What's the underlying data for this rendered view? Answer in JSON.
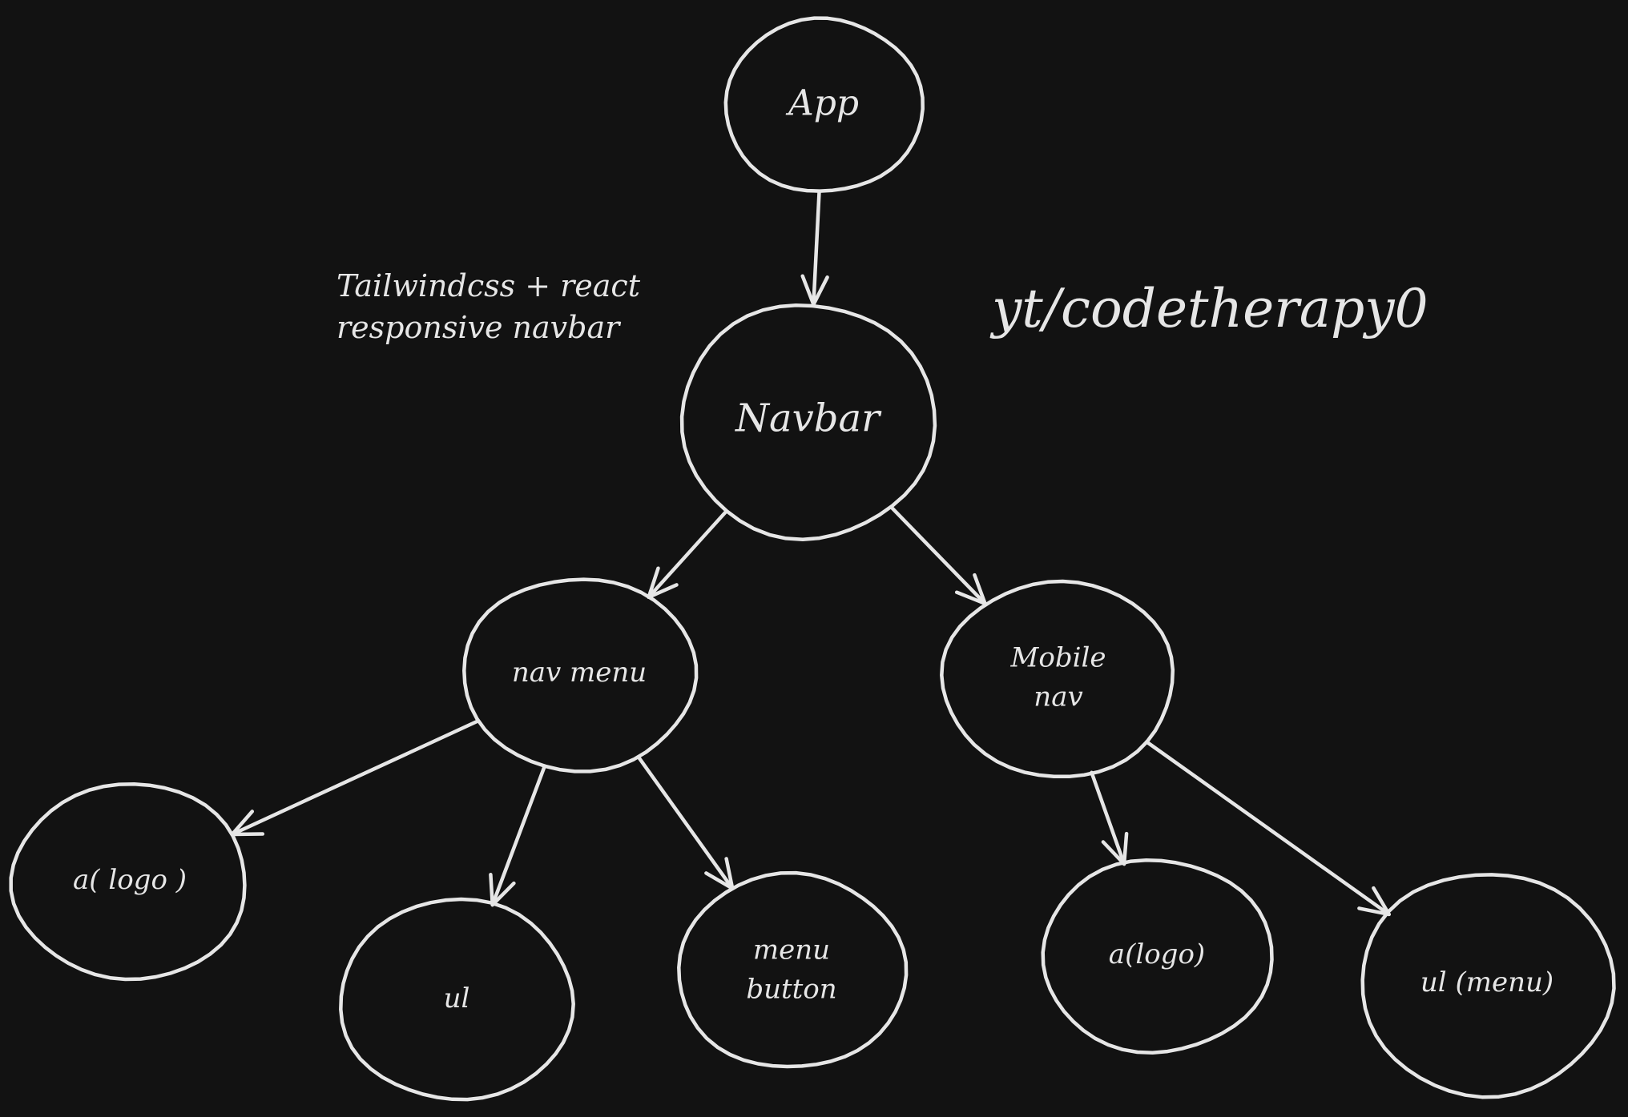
{
  "diagram": {
    "type": "tree",
    "nodes": [
      {
        "id": "app",
        "lines": [
          "App"
        ]
      },
      {
        "id": "navbar",
        "lines": [
          "Navbar"
        ]
      },
      {
        "id": "nav-menu",
        "lines": [
          "nav menu"
        ]
      },
      {
        "id": "mobile-nav",
        "lines": [
          "Mobile",
          "nav"
        ]
      },
      {
        "id": "a-logo-left",
        "lines": [
          "a( logo )"
        ]
      },
      {
        "id": "ul",
        "lines": [
          "ul"
        ]
      },
      {
        "id": "menu-button",
        "lines": [
          "menu",
          "button"
        ]
      },
      {
        "id": "a-logo-right",
        "lines": [
          "a(logo)"
        ]
      },
      {
        "id": "ul-menu",
        "lines": [
          "ul (menu)"
        ]
      }
    ],
    "edges": [
      {
        "from": "app",
        "to": "navbar"
      },
      {
        "from": "navbar",
        "to": "nav-menu"
      },
      {
        "from": "navbar",
        "to": "mobile-nav"
      },
      {
        "from": "nav-menu",
        "to": "a-logo-left"
      },
      {
        "from": "nav-menu",
        "to": "ul"
      },
      {
        "from": "nav-menu",
        "to": "menu-button"
      },
      {
        "from": "mobile-nav",
        "to": "a-logo-right"
      },
      {
        "from": "mobile-nav",
        "to": "ul-menu"
      }
    ]
  },
  "notes": {
    "subtitle_lines": [
      "Tailwindcss + react",
      "responsive navbar"
    ],
    "channel": "yt/codetherapy0"
  },
  "colors": {
    "background": "#121212",
    "stroke": "#e6e6e6"
  }
}
